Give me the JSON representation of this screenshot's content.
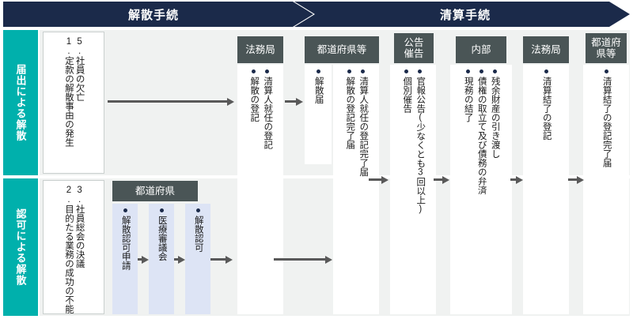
{
  "banners": [
    {
      "label": "解散手続"
    },
    {
      "label": "清算手続"
    }
  ],
  "side_labels": [
    {
      "label": "届出による解散"
    },
    {
      "label": "認可による解散"
    }
  ],
  "origins": {
    "top": [
      {
        "text": "5.社員の欠亡"
      },
      {
        "text": "1.定款の解散事由の発生"
      }
    ],
    "bottom": [
      {
        "text": "3.社員総会の決議"
      },
      {
        "text": "2.目的たる業務の成功の不能"
      }
    ]
  },
  "prefecture_group": {
    "header": "都道府県",
    "steps": [
      {
        "text": "解散認可申請"
      },
      {
        "text": "医療審議会"
      },
      {
        "text": "解散認可"
      }
    ]
  },
  "agencies": [
    {
      "header": "法務局",
      "header_lines": [
        "法務局"
      ],
      "items": [
        {
          "text": "清算人就任の登記"
        },
        {
          "text": "解散の登記"
        }
      ]
    },
    {
      "header": "都道府県等",
      "header_lines": [
        "都道府県等"
      ],
      "items": [
        {
          "text": "清算人就任の登記完了届"
        },
        {
          "text": "解散の登記完了届"
        },
        {
          "text": "解散届"
        }
      ]
    },
    {
      "header": "公告催告",
      "header_lines": [
        "公告",
        "催告"
      ],
      "items": [
        {
          "text": "官報公告(少なくとも3回以上)"
        },
        {
          "text": "個別催告"
        }
      ]
    },
    {
      "header": "内部",
      "header_lines": [
        "内部"
      ],
      "items": [
        {
          "text": "残余財産の引き渡し"
        },
        {
          "text": "債権の取立て及び債務の弁済"
        },
        {
          "text": "現務の結了"
        }
      ]
    },
    {
      "header": "法務局",
      "header_lines": [
        "法務局"
      ],
      "items": [
        {
          "text": "清算結了の登記"
        }
      ]
    },
    {
      "header": "都道府県等",
      "header_lines": [
        "都道府",
        "県等"
      ],
      "items": [
        {
          "text": "清算結了の登記完了届"
        }
      ]
    }
  ],
  "colors": {
    "banner": "#1b2a4a",
    "side_label": "#00b0ac",
    "agency_header": "#4a5556",
    "row_background": "#f0f2f1",
    "blue_box": "#dde4f5",
    "arrow": "#595959",
    "bullet": "#1b2a4a"
  }
}
